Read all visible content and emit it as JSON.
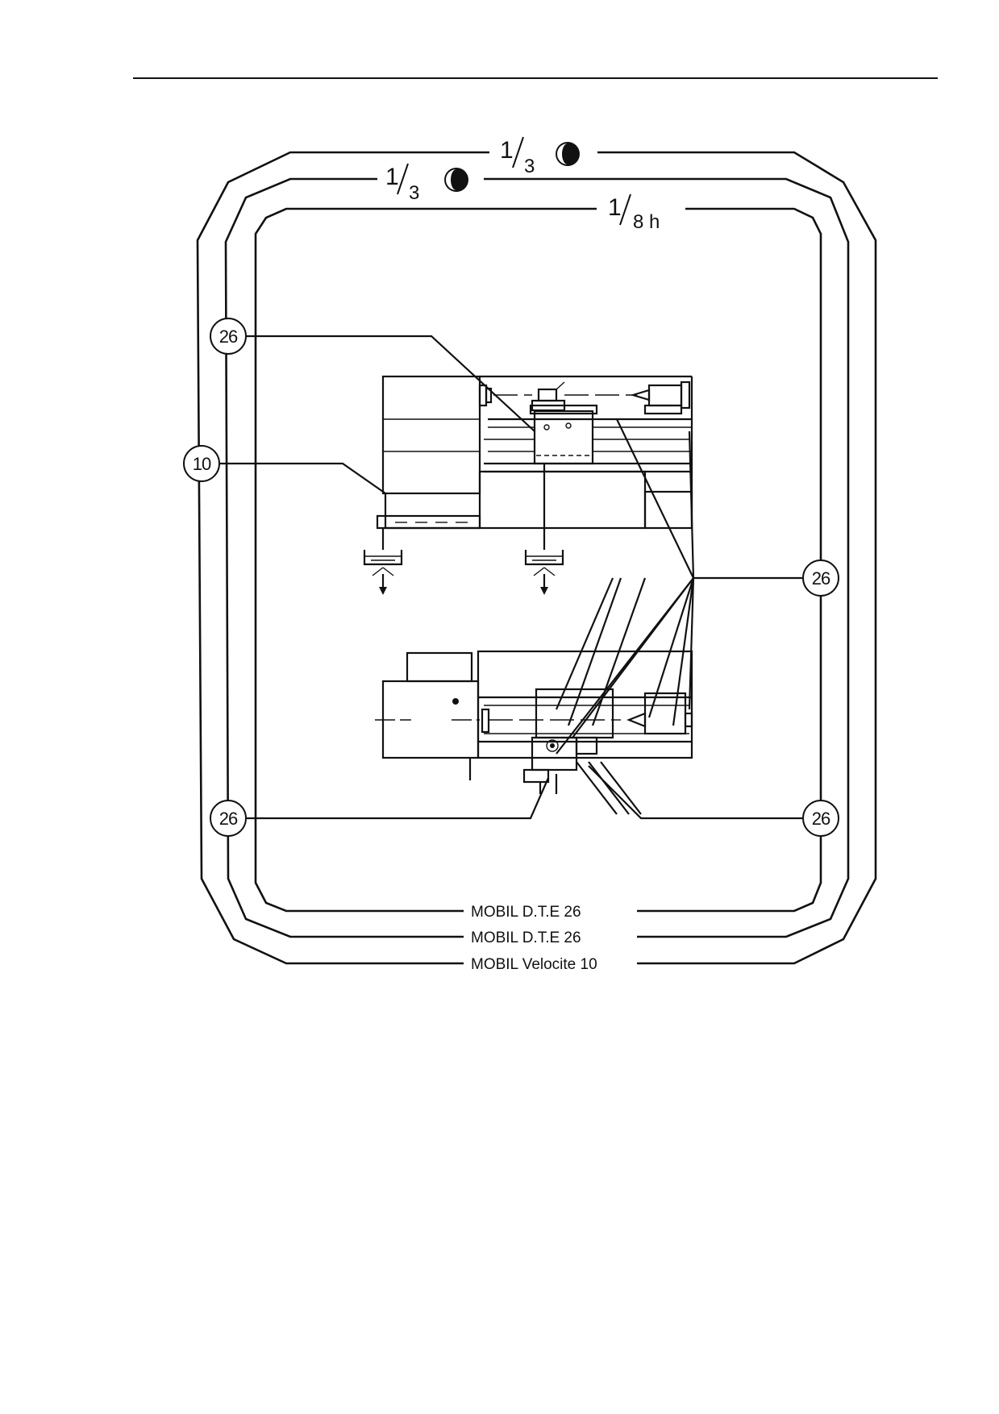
{
  "intervals": {
    "outer": {
      "numerator": "1",
      "denominator": "3",
      "icon": "half-moon-icon"
    },
    "middle": {
      "numerator": "1",
      "denominator": "3",
      "icon": "half-moon-icon"
    },
    "inner": {
      "numerator": "1",
      "denominator": "8 h"
    }
  },
  "lubricants": {
    "inner": "MOBIL D.T.E  26",
    "middle": "MOBIL D.T.E  26",
    "outer": "MOBIL Velocite 10"
  },
  "callouts": {
    "top_left": "26",
    "left": "10",
    "right": "26",
    "bottom_left": "26",
    "bottom_right": "26"
  }
}
